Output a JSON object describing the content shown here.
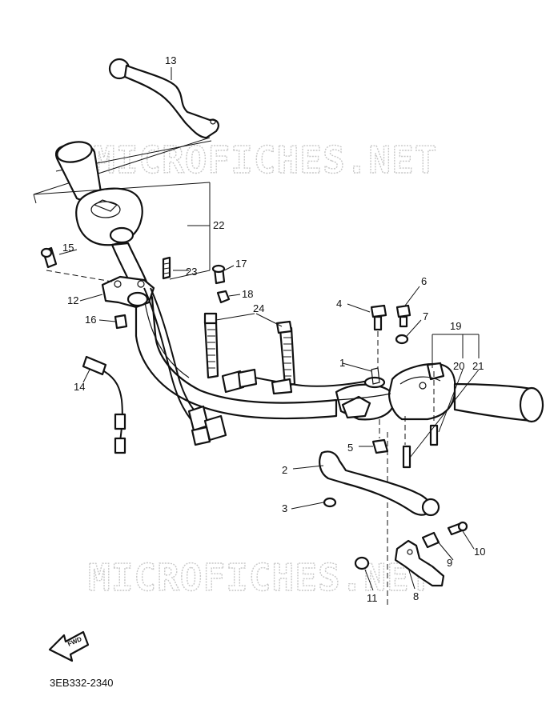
{
  "watermark_top": "MICROFICHES.NET",
  "watermark_bottom": "MICROFICHES.NET",
  "diagram_code": "3EB332-2340",
  "direction_arrow_label": "FWD",
  "callouts": {
    "c1": "1",
    "c2": "2",
    "c3": "3",
    "c4": "4",
    "c5": "5",
    "c6": "6",
    "c7": "7",
    "c8": "8",
    "c9": "9",
    "c10": "10",
    "c11": "11",
    "c12": "12",
    "c13": "13",
    "c14": "14",
    "c15": "15",
    "c16": "16",
    "c17": "17",
    "c18": "18",
    "c19": "19",
    "c20": "20",
    "c21": "21",
    "c22": "22",
    "c23": "23",
    "c24": "24"
  }
}
